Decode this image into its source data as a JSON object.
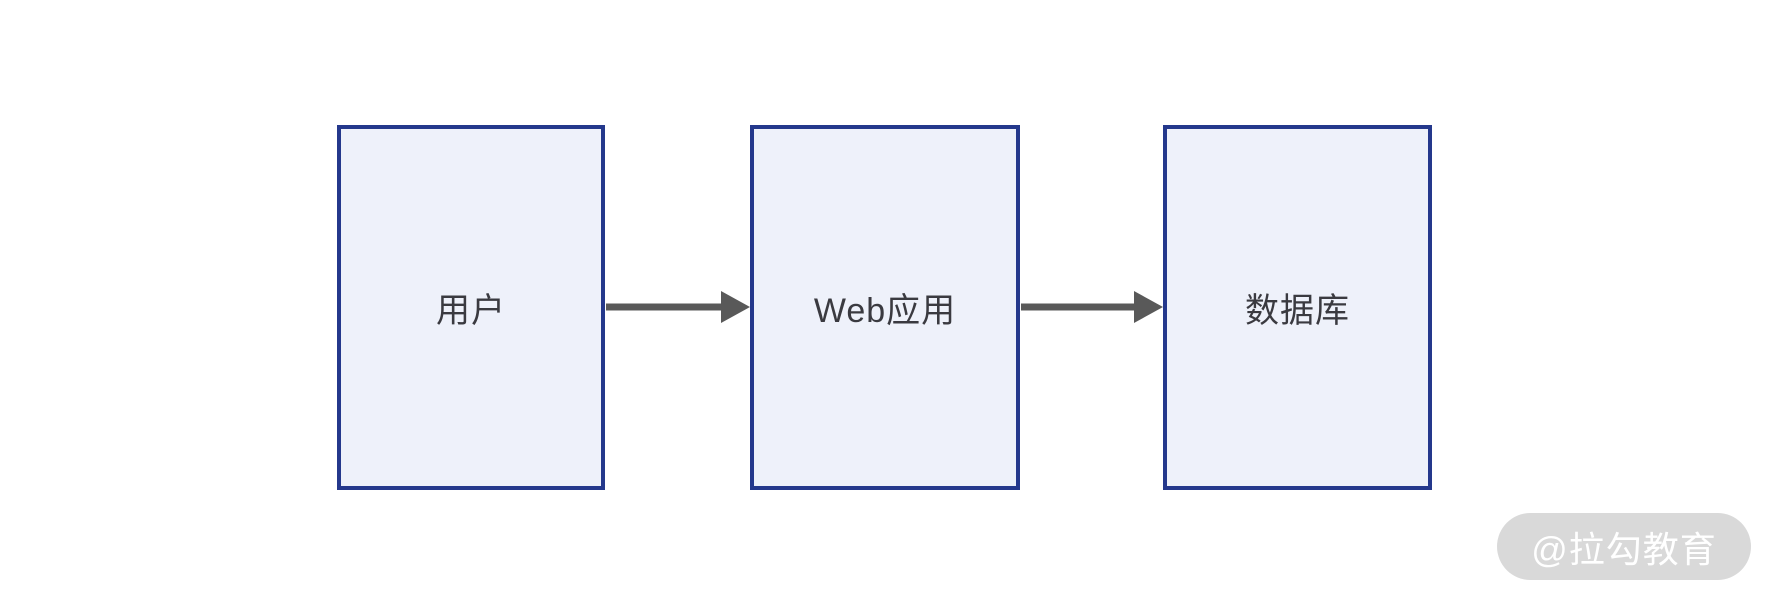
{
  "diagram": {
    "type": "flow",
    "direction": "left-to-right",
    "nodes": [
      {
        "id": "user",
        "label": "用户"
      },
      {
        "id": "web-app",
        "label": "Web应用"
      },
      {
        "id": "database",
        "label": "数据库"
      }
    ],
    "edges": [
      {
        "from": "user",
        "to": "web-app",
        "style": "solid-arrow-right"
      },
      {
        "from": "web-app",
        "to": "database",
        "style": "solid-arrow-right"
      }
    ],
    "colors": {
      "node_border": "#24388C",
      "node_fill": "#EEF1FA",
      "node_text": "#3A3A40",
      "arrow": "#595959",
      "background": "#FFFFFF"
    }
  },
  "watermark": {
    "text": "@拉勾教育",
    "background": "#D9D9D9",
    "text_color": "#FFFFFF"
  }
}
